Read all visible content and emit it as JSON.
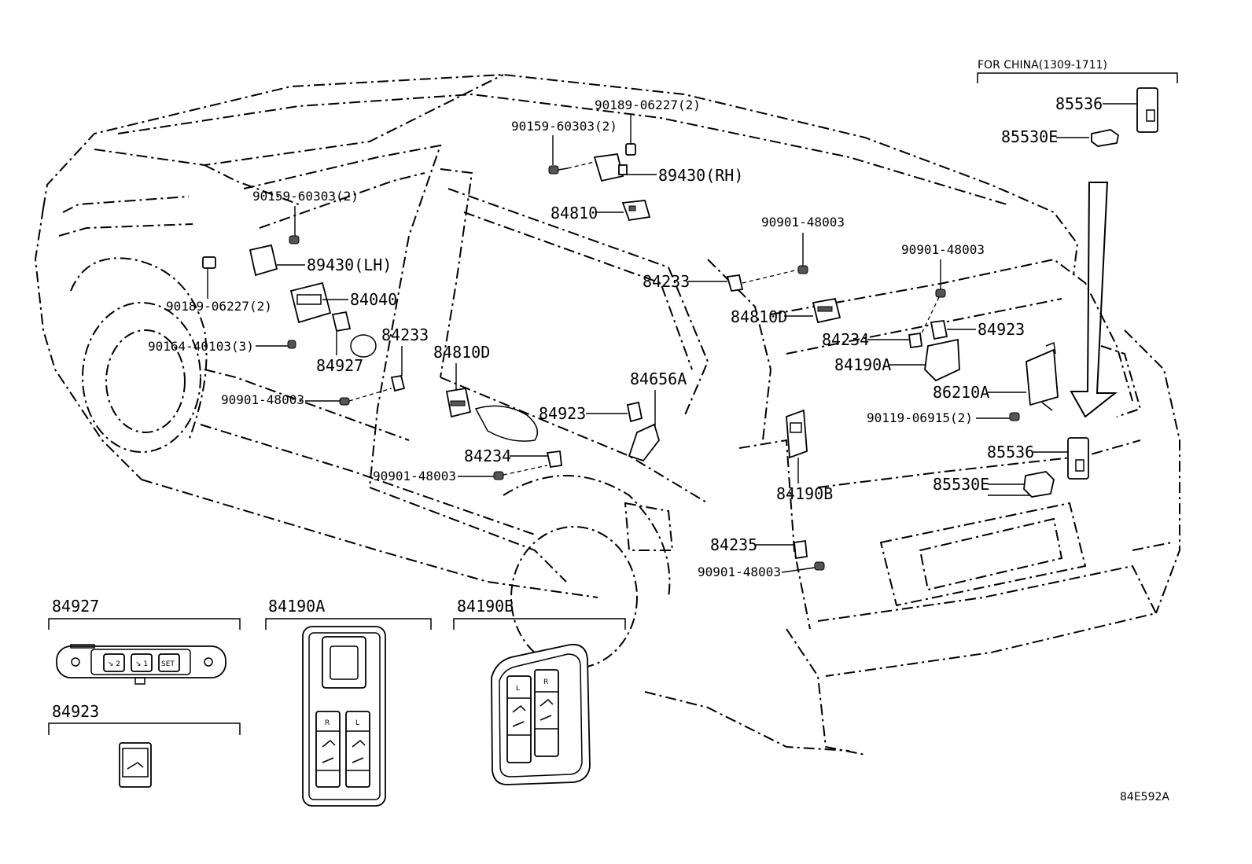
{
  "china_box": {
    "title": "FOR CHINA(1309-1711)",
    "part_a": "85536",
    "part_b": "85530E"
  },
  "callouts": {
    "c_90189_top": "90189-06227(2)",
    "c_90159_top": "90159-60303(2)",
    "c_89430_rh": "89430(RH)",
    "c_84810": "84810",
    "c_90159_left": "90159-60303(2)",
    "c_89430_lh": "89430(LH)",
    "c_90189_left": "90189-06227(2)",
    "c_84040": "84040",
    "c_90164": "90164-40103(3)",
    "c_84233_a": "84233",
    "c_84927": "84927",
    "c_90901_a": "90901-48003",
    "c_84810d_a": "84810D",
    "c_84656a": "84656A",
    "c_84923_a": "84923",
    "c_84234_a": "84234",
    "c_90901_b": "90901-48003",
    "c_84233_b": "84233",
    "c_90901_c": "90901-48003",
    "c_90901_d": "90901-48003",
    "c_84810d_b": "84810D",
    "c_84234_b": "84234",
    "c_84923_b": "84923",
    "c_84190a": "84190A",
    "c_86210a": "86210A",
    "c_90119": "90119-06915(2)",
    "c_85536": "85536",
    "c_85530e": "85530E",
    "c_84190b": "84190B",
    "c_84235": "84235",
    "c_90901_e": "90901-48003"
  },
  "insets": {
    "inset_84927": {
      "title": "84927",
      "buttons": [
        "↘ 2",
        "↘ 1",
        "SET"
      ]
    },
    "inset_84923": {
      "title": "84923"
    },
    "inset_84190a": {
      "title": "84190A",
      "switch_labels": [
        "R",
        "L"
      ]
    },
    "inset_84190b": {
      "title": "84190B",
      "switch_labels": [
        "L",
        "R"
      ]
    }
  },
  "diagram_code": "84E592A"
}
